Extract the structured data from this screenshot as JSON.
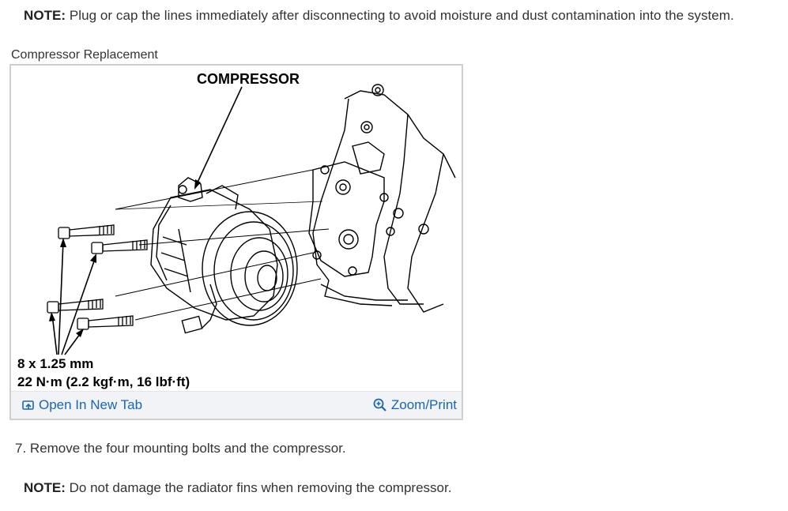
{
  "note_top": {
    "label": "NOTE:",
    "text": " Plug or cap the lines immediately after disconnecting to avoid moisture and dust contamination into the system."
  },
  "figure": {
    "title": "Compressor Replacement",
    "callout": "COMPRESSOR",
    "spec_line1": "8 x 1.25 mm",
    "spec_line2": "22 N·m (2.2 kgf·m, 16 lbf·ft)",
    "open_tab_label": "Open In New Tab",
    "zoom_label": "Zoom/Print",
    "link_color": "#1a66b3"
  },
  "step": {
    "number": "7.",
    "text": " Remove the four mounting bolts and the compressor."
  },
  "note_bottom": {
    "label": "NOTE:",
    "text": " Do not damage the radiator fins when removing the compressor."
  }
}
